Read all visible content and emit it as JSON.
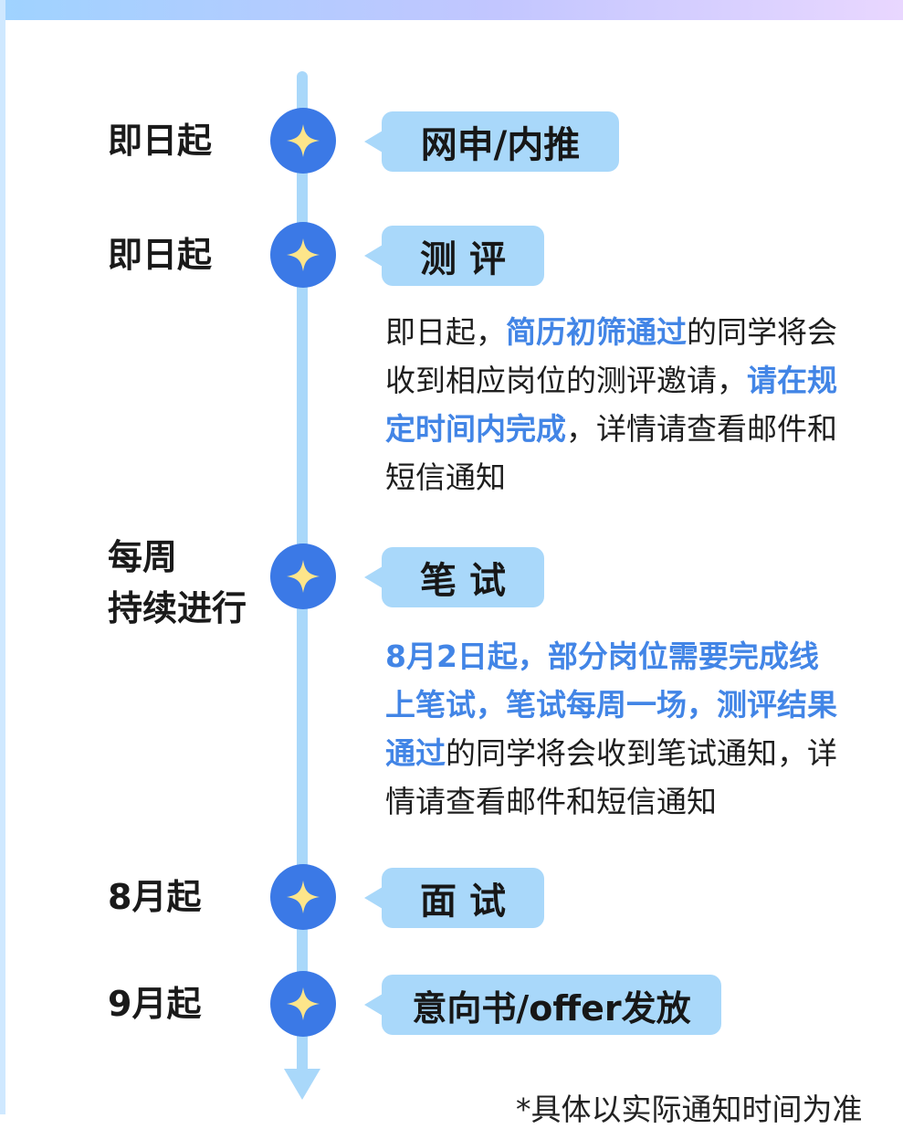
{
  "timeline": [
    {
      "time": [
        "即日起"
      ],
      "stage": "网申/内推",
      "description": []
    },
    {
      "time": [
        "即日起"
      ],
      "stage": "测 评",
      "description": [
        [
          {
            "t": "即日起，",
            "hl": false
          },
          {
            "t": "简历初筛通过",
            "hl": true
          },
          {
            "t": "的同学将会",
            "hl": false
          }
        ],
        [
          {
            "t": "收到相应岗位的测评邀请，",
            "hl": false
          },
          {
            "t": "请在规",
            "hl": true
          }
        ],
        [
          {
            "t": "定时间内完成",
            "hl": true
          },
          {
            "t": "，详情请查看邮件和",
            "hl": false
          }
        ],
        [
          {
            "t": "短信通知",
            "hl": false
          }
        ]
      ]
    },
    {
      "time": [
        "每周",
        "持续进行"
      ],
      "stage": "笔 试",
      "description": [
        [
          {
            "t": "8月2日起，部分岗位需要完成线",
            "hl": true
          }
        ],
        [
          {
            "t": "上笔试，笔试每周一场，测评结果",
            "hl": true
          }
        ],
        [
          {
            "t": "通过",
            "hl": true
          },
          {
            "t": "的同学将会收到笔试通知，详",
            "hl": false
          }
        ],
        [
          {
            "t": "情请查看邮件和短信通知",
            "hl": false
          }
        ]
      ]
    },
    {
      "time": [
        "8月起"
      ],
      "stage": "面 试",
      "description": []
    },
    {
      "time": [
        "9月起"
      ],
      "stage": "意向书/offer发放",
      "description": []
    }
  ],
  "footnote": "*具体以实际通知时间为准",
  "colors": {
    "axis": "#a9d8fa",
    "dot": "#3b79e6",
    "star": "#fde58a",
    "highlight": "#4285e6"
  },
  "icons": {
    "node": "sparkle-star-icon",
    "end": "arrow-down-icon"
  }
}
